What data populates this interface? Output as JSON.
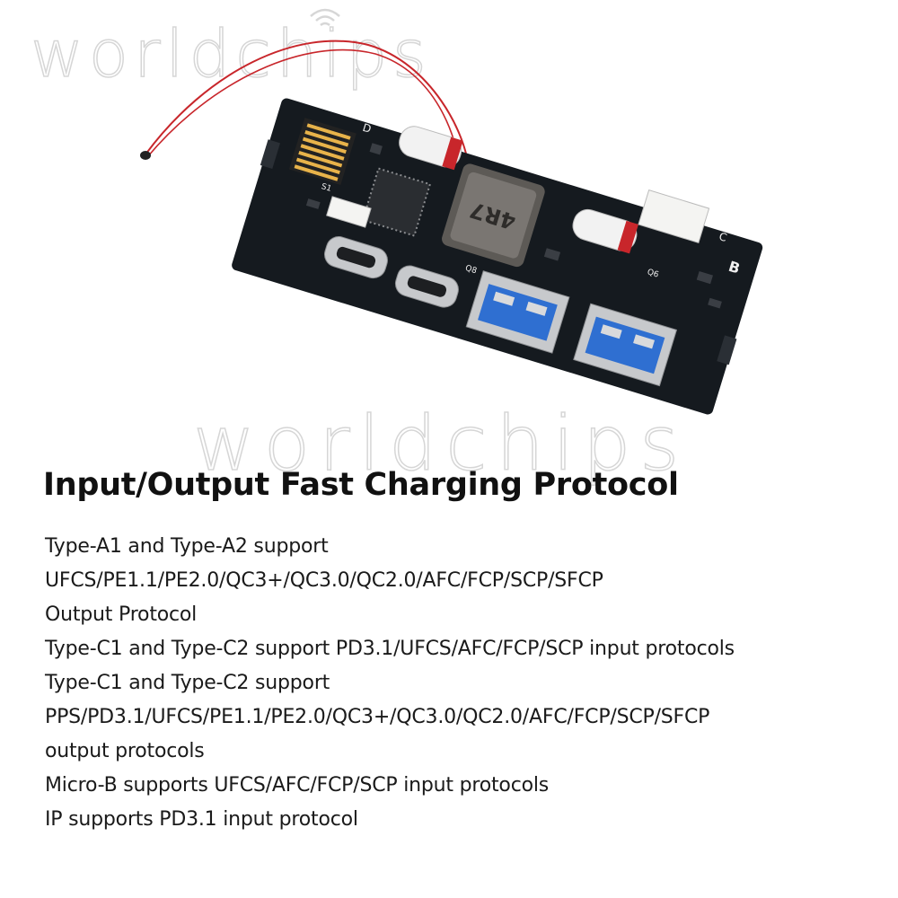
{
  "watermark": {
    "text": "worldchips"
  },
  "product": {
    "inductor_marking": "4R7",
    "silkscreen_labels": [
      "B",
      "C",
      "Q6",
      "Q8",
      "S1",
      "D"
    ]
  },
  "headline": "Input/Output Fast Charging Protocol",
  "features": [
    "Type-A1 and Type-A2 support",
    "UFCS/PE1.1/PE2.0/QC3+/QC3.0/QC2.0/AFC/FCP/SCP/SFCP",
    "Output Protocol",
    "Type-C1 and Type-C2 support PD3.1/UFCS/AFC/FCP/SCP input protocols",
    "Type-C1 and Type-C2 support",
    "PPS/PD3.1/UFCS/PE1.1/PE2.0/QC3+/QC3.0/QC2.0/AFC/FCP/SCP/SFCP",
    "output protocols",
    "Micro-B supports UFCS/AFC/FCP/SCP input protocols",
    "IP supports PD3.1 input protocol"
  ],
  "colors": {
    "pcb": "#151a1f",
    "usb_blue": "#2f6fd1",
    "wire_red": "#c8262b",
    "metal": "#c7c9cc",
    "capacitor": "#f2f2f2"
  }
}
